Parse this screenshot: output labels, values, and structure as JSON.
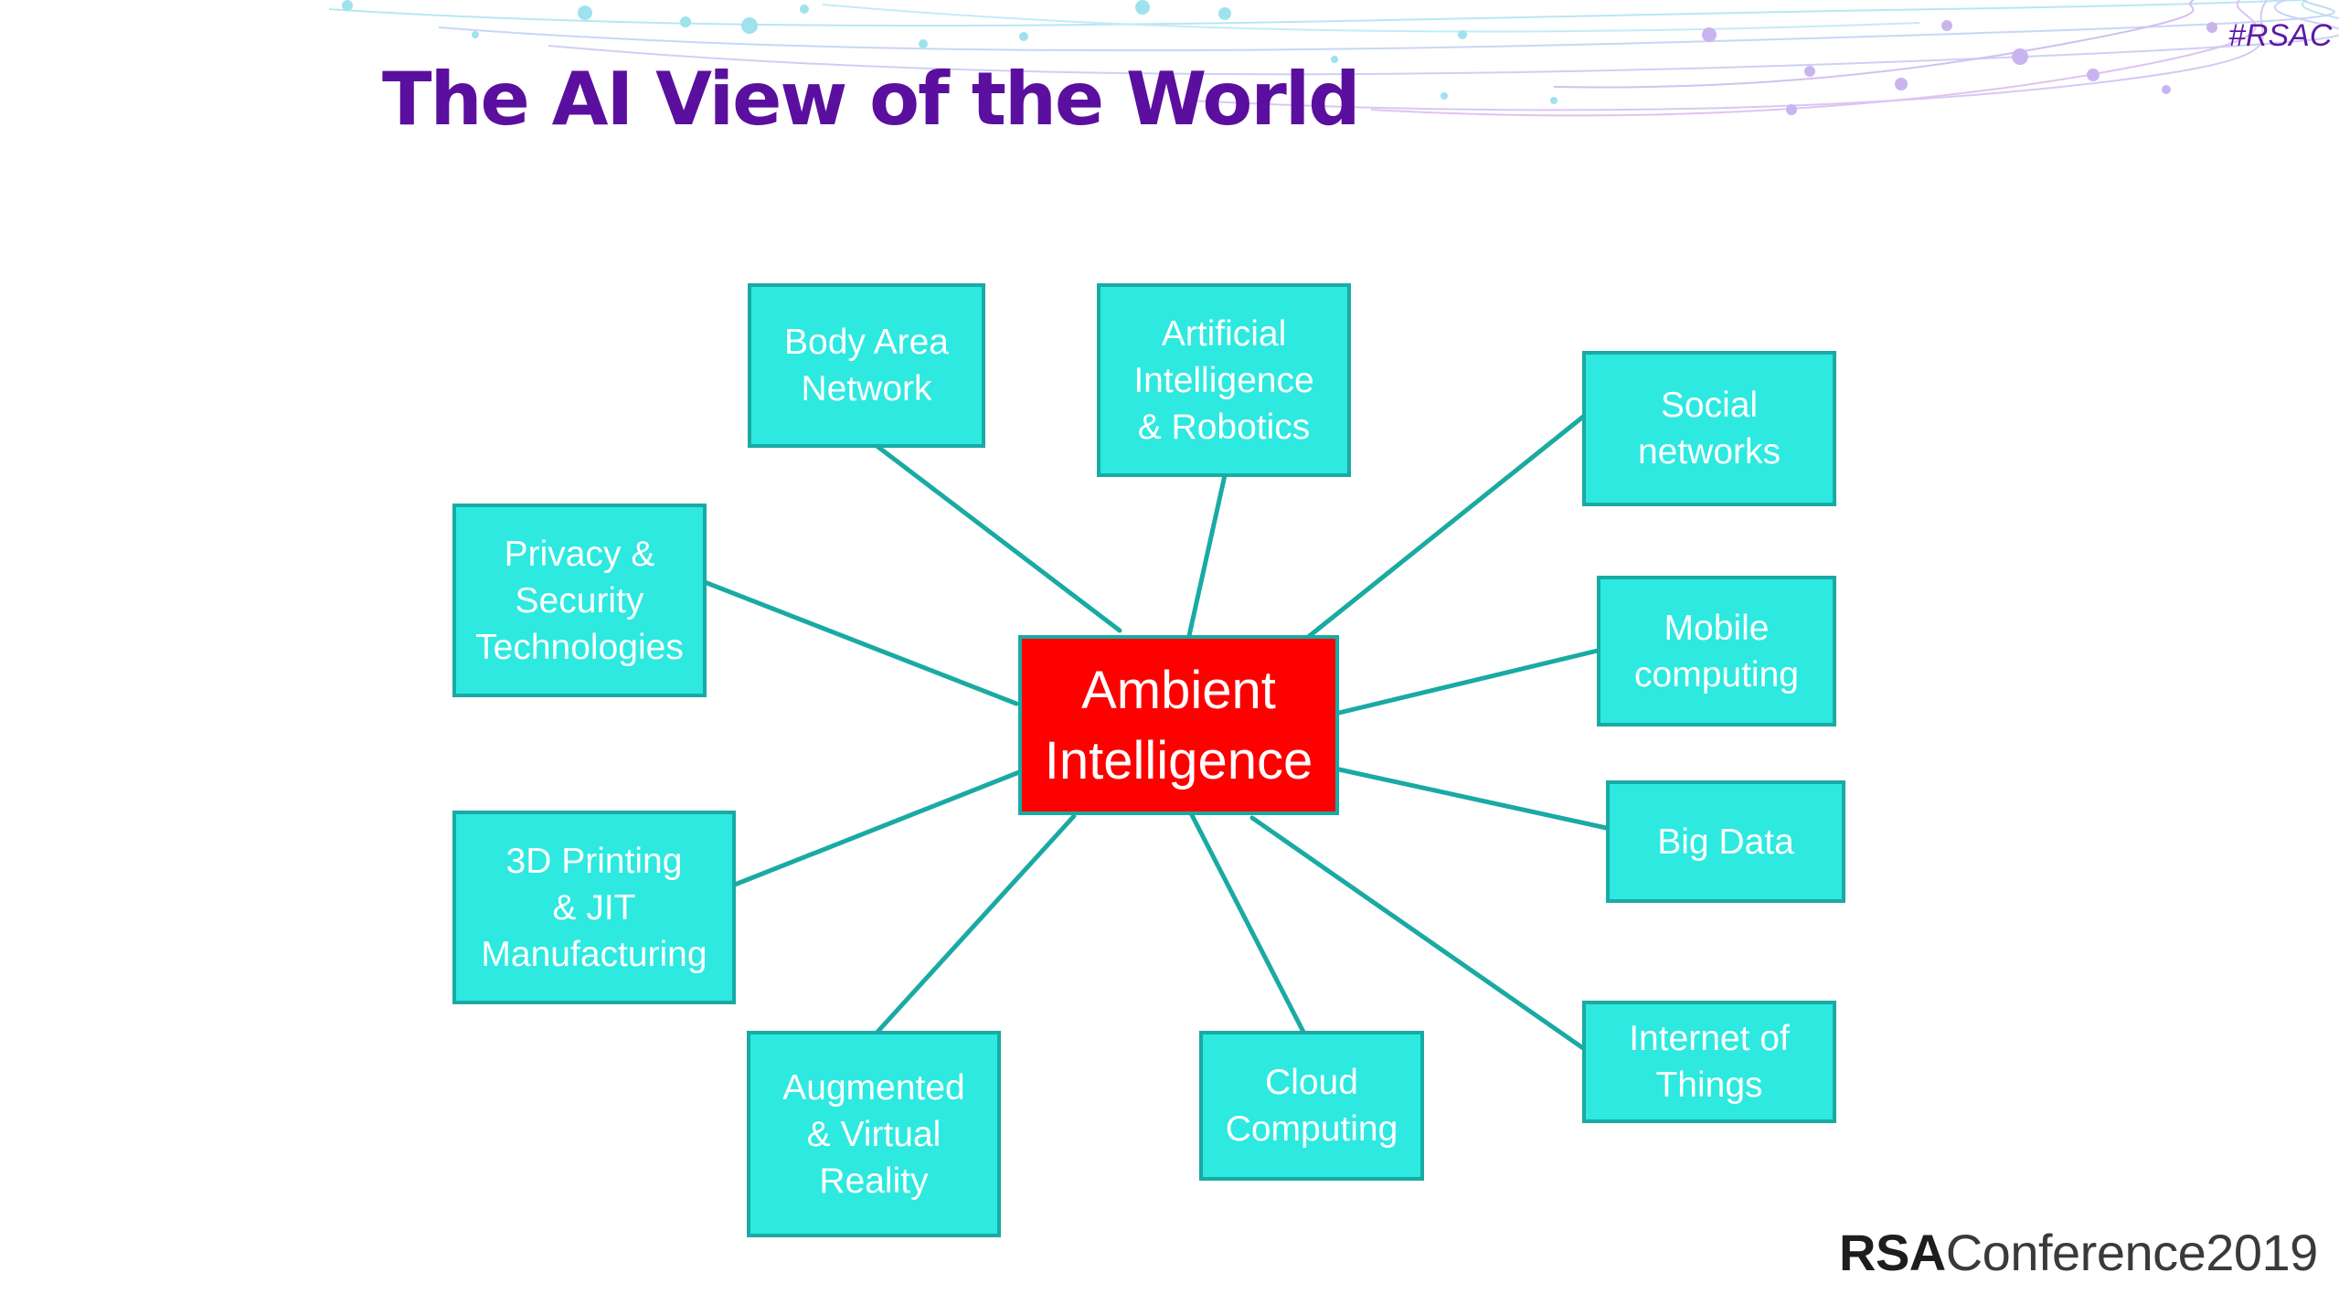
{
  "slide": {
    "title": "The AI View of the World",
    "hashtag": "#RSAC"
  },
  "diagram": {
    "center": "Ambient\nIntelligence",
    "nodes": [
      "Body Area\nNetwork",
      "Artificial\nIntelligence\n& Robotics",
      "Social\nnetworks",
      "Privacy &\nSecurity\nTechnologies",
      "Mobile\ncomputing",
      "Big Data",
      "3D Printing\n& JIT\nManufacturing",
      "Internet of\nThings",
      "Augmented\n& Virtual\nReality",
      "Cloud\nComputing"
    ]
  },
  "branding": {
    "logo_strong": "RSA",
    "logo_light": "Conference2019"
  },
  "colors": {
    "title": "#5b0f9e",
    "node_fill": "#2de9e0",
    "node_border": "#1aaaa4",
    "hub_fill": "#ff0000",
    "connector": "#1aaaa4"
  }
}
